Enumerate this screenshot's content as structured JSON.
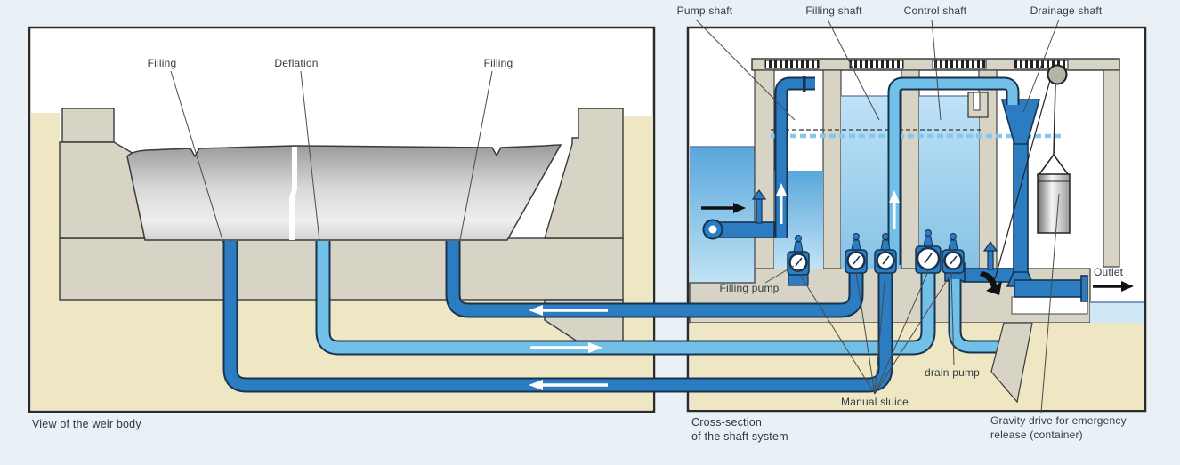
{
  "page": {
    "background": "#e9f1f6"
  },
  "left_panel": {
    "caption": "View of the weir body",
    "label_filling_left": "Filling",
    "label_deflation": "Deflation",
    "label_filling_right": "Filling"
  },
  "right_panel": {
    "caption_line1": "Cross-section",
    "caption_line2": "of the shaft system",
    "label_pump_shaft": "Pump shaft",
    "label_filling_shaft": "Filling shaft",
    "label_control_shaft": "Control shaft",
    "label_drainage_shaft": "Drainage shaft",
    "label_filling_pump": "Filling pump",
    "label_manual_sluice": "Manual sluice",
    "label_drain_pump": "drain pump",
    "label_outlet": "Outlet",
    "label_gravity_line1": "Gravity drive for emergency",
    "label_gravity_line2": "release (container)"
  },
  "colors": {
    "pipe_dark": "#2b7cc1",
    "pipe_light": "#72bfe8",
    "pipe_outline": "#16344f",
    "sand": "#efe7c4",
    "concrete": "#d7d4c6",
    "water_dark": "#58a7dc",
    "water_light": "#c9e6f7",
    "panel_border": "#2b2b2b",
    "label_text": "#333a47"
  }
}
